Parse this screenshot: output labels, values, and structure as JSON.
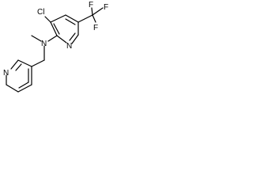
{
  "molecule": {
    "atoms": {
      "chlorine": "Cl",
      "fluorine_top": "F",
      "fluorine_right": "F",
      "fluorine_bottom": "F",
      "amine_nitrogen": "N",
      "pyridine_nitrogen_upper": "N",
      "pyridine_nitrogen_lower": "N"
    }
  }
}
